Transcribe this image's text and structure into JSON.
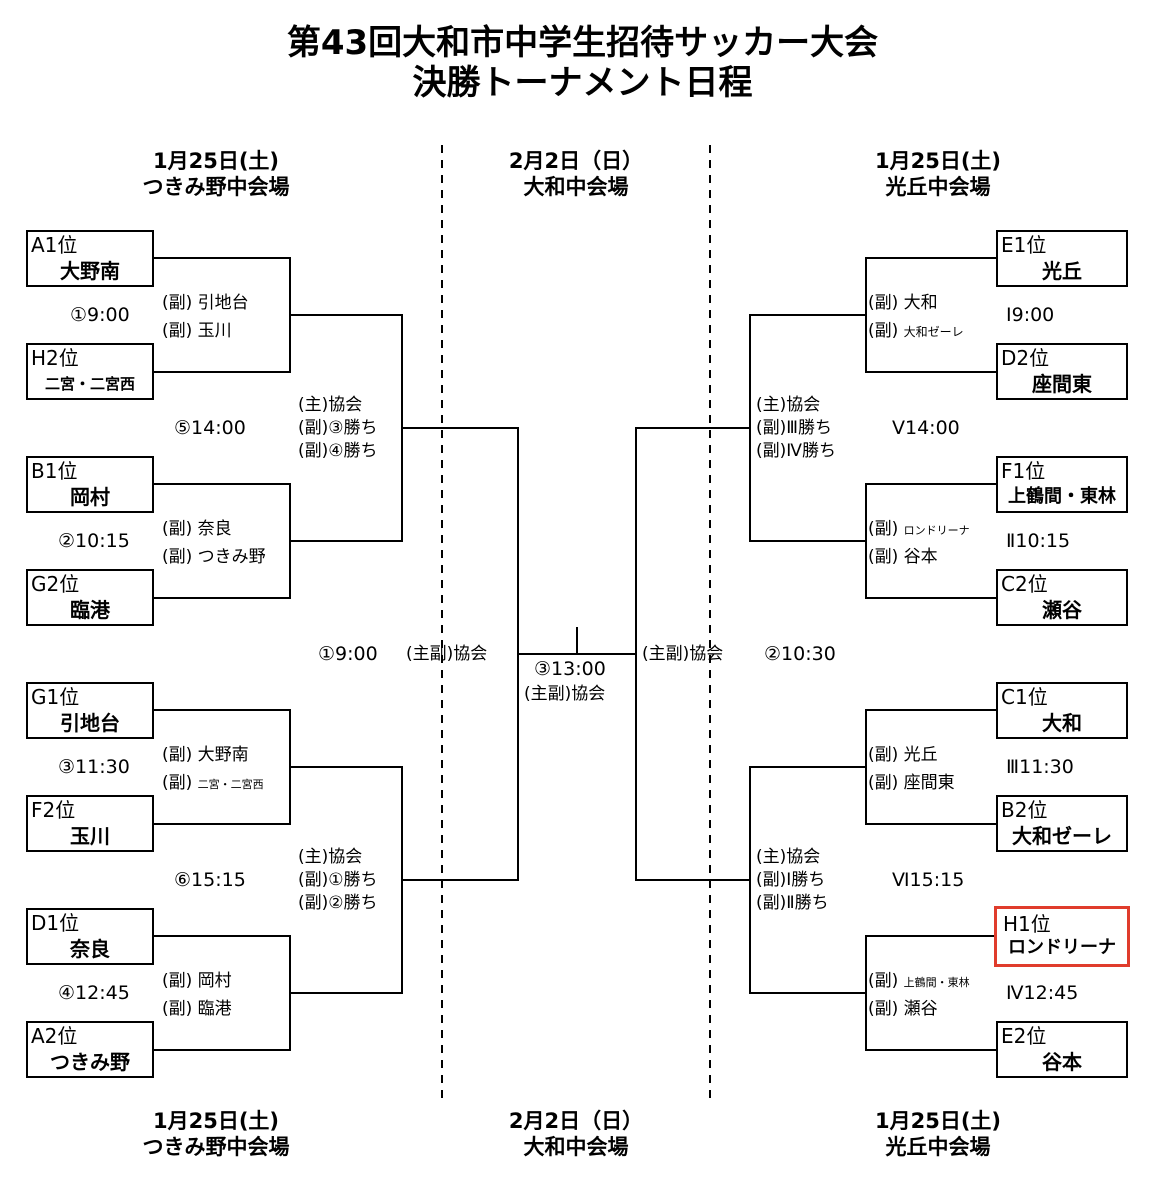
{
  "title": {
    "line1": "第43回大和市中学生招待サッカー大会",
    "line2": "決勝トーナメント日程"
  },
  "venues": {
    "left": {
      "date": "1月25日(土)",
      "place": "つきみ野中会場"
    },
    "center": {
      "date": "2月2日（日）",
      "place": "大和中会場"
    },
    "right": {
      "date": "1月25日(土)",
      "place": "光丘中会場"
    }
  },
  "left_teams": [
    {
      "rank": "A1位",
      "name": "大野南"
    },
    {
      "rank": "H2位",
      "name": "二宮・二宮西"
    },
    {
      "rank": "B1位",
      "name": "岡村"
    },
    {
      "rank": "G2位",
      "name": "臨港"
    },
    {
      "rank": "G1位",
      "name": "引地台"
    },
    {
      "rank": "F2位",
      "name": "玉川"
    },
    {
      "rank": "D1位",
      "name": "奈良"
    },
    {
      "rank": "A2位",
      "name": "つきみ野"
    }
  ],
  "right_teams": [
    {
      "rank": "E1位",
      "name": "光丘"
    },
    {
      "rank": "D2位",
      "name": "座間東"
    },
    {
      "rank": "F1位",
      "name": "上鶴間・東林"
    },
    {
      "rank": "C2位",
      "name": "瀬谷"
    },
    {
      "rank": "C1位",
      "name": "大和"
    },
    {
      "rank": "B2位",
      "name": "大和ゼーレ"
    },
    {
      "rank": "H1位",
      "name": "ロンドリーナ"
    },
    {
      "rank": "E2位",
      "name": "谷本"
    }
  ],
  "left_matches": [
    {
      "time": "①9:00",
      "ref1": "(副) 引地台",
      "ref2": "(副) 玉川"
    },
    {
      "time": "②10:15",
      "ref1": "(副) 奈良",
      "ref2": "(副) つきみ野"
    },
    {
      "time": "③11:30",
      "ref1": "(副) 大野南",
      "ref2_p": "(副)",
      "ref2_s": "二宮・二宮西"
    },
    {
      "time": "④12:45",
      "ref1": "(副) 岡村",
      "ref2": "(副) 臨港"
    }
  ],
  "left_second": [
    {
      "time": "⑤14:00",
      "r1": "(主)協会",
      "r2": "(副)③勝ち",
      "r3": "(副)④勝ち"
    },
    {
      "time": "⑥15:15",
      "r1": "(主)協会",
      "r2": "(副)①勝ち",
      "r3": "(副)②勝ち"
    }
  ],
  "right_matches": [
    {
      "time": "Ⅰ9:00",
      "ref1": "(副) 大和",
      "ref2_p": "(副)",
      "ref2_s": "大和ゼーレ"
    },
    {
      "time": "Ⅱ10:15",
      "ref1_p": "(副)",
      "ref1_s": "ロンドリーナ",
      "ref2": "(副) 谷本"
    },
    {
      "time": "Ⅲ11:30",
      "ref1": "(副) 光丘",
      "ref2": "(副) 座間東"
    },
    {
      "time": "Ⅳ12:45",
      "ref1_p": "(副)",
      "ref1_s": "上鶴間・東林",
      "ref2": "(副) 瀬谷"
    }
  ],
  "right_second": [
    {
      "time": "Ⅴ14:00",
      "r1": "(主)協会",
      "r2": "(副)Ⅲ勝ち",
      "r3": "(副)Ⅳ勝ち"
    },
    {
      "time": "Ⅵ15:15",
      "r1": "(主)協会",
      "r2": "(副)Ⅰ勝ち",
      "r3": "(副)Ⅱ勝ち"
    }
  ],
  "semis": {
    "left": {
      "time": "①9:00",
      "ref": "(主副)協会"
    },
    "right": {
      "time": "②10:30",
      "ref": "(主副)協会"
    }
  },
  "final": {
    "time": "③13:00",
    "ref": "(主副)協会"
  },
  "highlight_color": "#e03c2c"
}
